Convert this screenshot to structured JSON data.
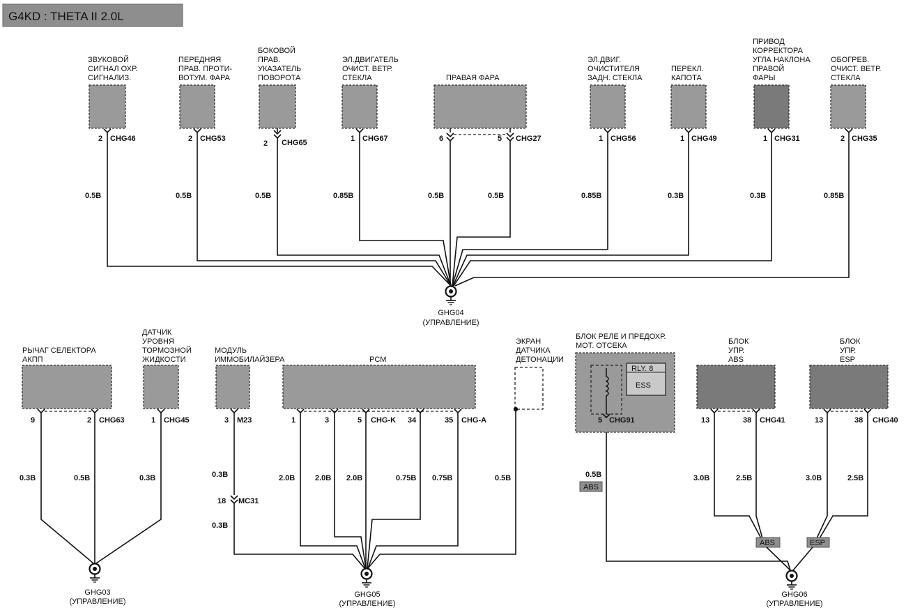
{
  "header": {
    "title": "G4KD : THETA II 2.0L"
  },
  "colors": {
    "component_fill": "#9a9a9a",
    "component_dark": "#7a7a7a",
    "wire": "#111111",
    "tag_fill": "#8f8f8f"
  },
  "top": {
    "components": [
      {
        "label": [
          "ЗВУКОВОЙ",
          "СИГНАЛ ОХР.",
          "СИГНАЛИЗ."
        ],
        "pin": "2",
        "connector": "CHG46",
        "wire": "0.5B"
      },
      {
        "label": [
          "ПЕРЕДНЯЯ",
          "ПРАВ. ПРОТИ-",
          "ВОТУМ. ФАРА"
        ],
        "pin": "2",
        "connector": "CHG53",
        "wire": "0.5B"
      },
      {
        "label": [
          "БОКОВОЙ",
          "ПРАВ.",
          "УКАЗАТЕЛЬ",
          "ПОВОРОТА"
        ],
        "pin": "2",
        "connector": "CHG65",
        "wire": "0.5B"
      },
      {
        "label": [
          "ЭЛ.ДВИГАТЕЛЬ",
          "ОЧИСТ. ВЕТР.",
          "СТЕКЛА"
        ],
        "pin": "1",
        "connector": "CHG67",
        "wire": "0.85B"
      },
      {
        "label": [
          "ПРАВАЯ ФАРА"
        ],
        "pins": [
          "6",
          "5"
        ],
        "connector": "CHG27",
        "wires": [
          "0.5B",
          "0.5B"
        ]
      },
      {
        "label": [
          "ЭЛ.ДВИГ.",
          "ОЧИСТИТЕЛЯ",
          "ЗАДН. СТЕКЛА"
        ],
        "pin": "1",
        "connector": "CHG56",
        "wire": "0.85B"
      },
      {
        "label": [
          "ПЕРЕКЛ.",
          "КАПОТА"
        ],
        "pin": "1",
        "connector": "CHG49",
        "wire": "0.3B"
      },
      {
        "label": [
          "ПРИВОД",
          "КОРРЕКТОРА",
          "УГЛА НАКЛОНА",
          "ПРАВОЙ",
          "ФАРЫ"
        ],
        "pin": "1",
        "connector": "CHG31",
        "wire": "0.3B"
      },
      {
        "label": [
          "ОБОГРЕВ.",
          "ОЧИСТ. ВЕТР.",
          "СТЕКЛА"
        ],
        "pin": "2",
        "connector": "CHG35",
        "wire": "0.85B"
      }
    ],
    "ground": {
      "name": "GHG04",
      "note": "(УПРАВЛЕНИЕ)"
    }
  },
  "bottom_left": {
    "selector": {
      "label": [
        "РЫЧАГ СЕЛЕКТОРА",
        "АКПП"
      ],
      "pins": [
        "9",
        "2"
      ],
      "connector": "CHG63",
      "wires": [
        "0.3B",
        "0.5B"
      ]
    },
    "brake_sensor": {
      "label": [
        "ДАТЧИК",
        "УРОВНЯ",
        "ТОРМОЗНОЙ",
        "ЖИДКОСТИ"
      ],
      "pin": "1",
      "connector": "CHG45",
      "wire": "0.3B"
    },
    "ground": {
      "name": "GHG03",
      "note": "(УПРАВЛЕНИЕ)"
    }
  },
  "bottom_mid": {
    "immobilizer": {
      "label": [
        "МОДУЛЬ",
        "ИММОБИЛАЙЗЕРА"
      ],
      "pin": "3",
      "connector": "M23",
      "wire_top": "0.3B",
      "splice_pin": "18",
      "splice": "MC31",
      "wire_bottom": "0.3B"
    },
    "pcm": {
      "label": "PCM",
      "pins": [
        "1",
        "3",
        "5",
        "34",
        "35"
      ],
      "connector_k": "CHG-K",
      "connector_a": "CHG-A",
      "wires": [
        "2.0B",
        "2.0B",
        "2.0B",
        "0.75B",
        "0.75B"
      ]
    },
    "knock": {
      "label": [
        "ЭКРАН",
        "ДАТЧИКА",
        "ДЕТОНАЦИИ"
      ],
      "wire": "0.5B"
    },
    "ground": {
      "name": "GHG05",
      "note": "(УПРАВЛЕНИЕ)"
    }
  },
  "bottom_right": {
    "relay_block": {
      "label": [
        "БЛОК РЕЛЕ И ПРЕДОХР.",
        "МОТ. ОТСЕКА"
      ],
      "relay": "RLY. 8",
      "relay_name": "ESS",
      "pin": "5",
      "connector": "CHG91",
      "wire": "0.5B",
      "tag": "ABS"
    },
    "abs": {
      "label": [
        "БЛОК",
        "УПР.",
        "ABS"
      ],
      "pins": [
        "13",
        "38"
      ],
      "connector": "CHG41",
      "wires": [
        "3.0B",
        "2.5B"
      ],
      "tag": "ABS"
    },
    "esp": {
      "label": [
        "БЛОК",
        "УПР.",
        "ESP"
      ],
      "pins": [
        "13",
        "38"
      ],
      "connector": "CHG40",
      "wires": [
        "3.0B",
        "2.5B"
      ],
      "tag": "ESP"
    },
    "ground": {
      "name": "GHG06",
      "note": "(УПРАВЛЕНИЕ)"
    }
  }
}
